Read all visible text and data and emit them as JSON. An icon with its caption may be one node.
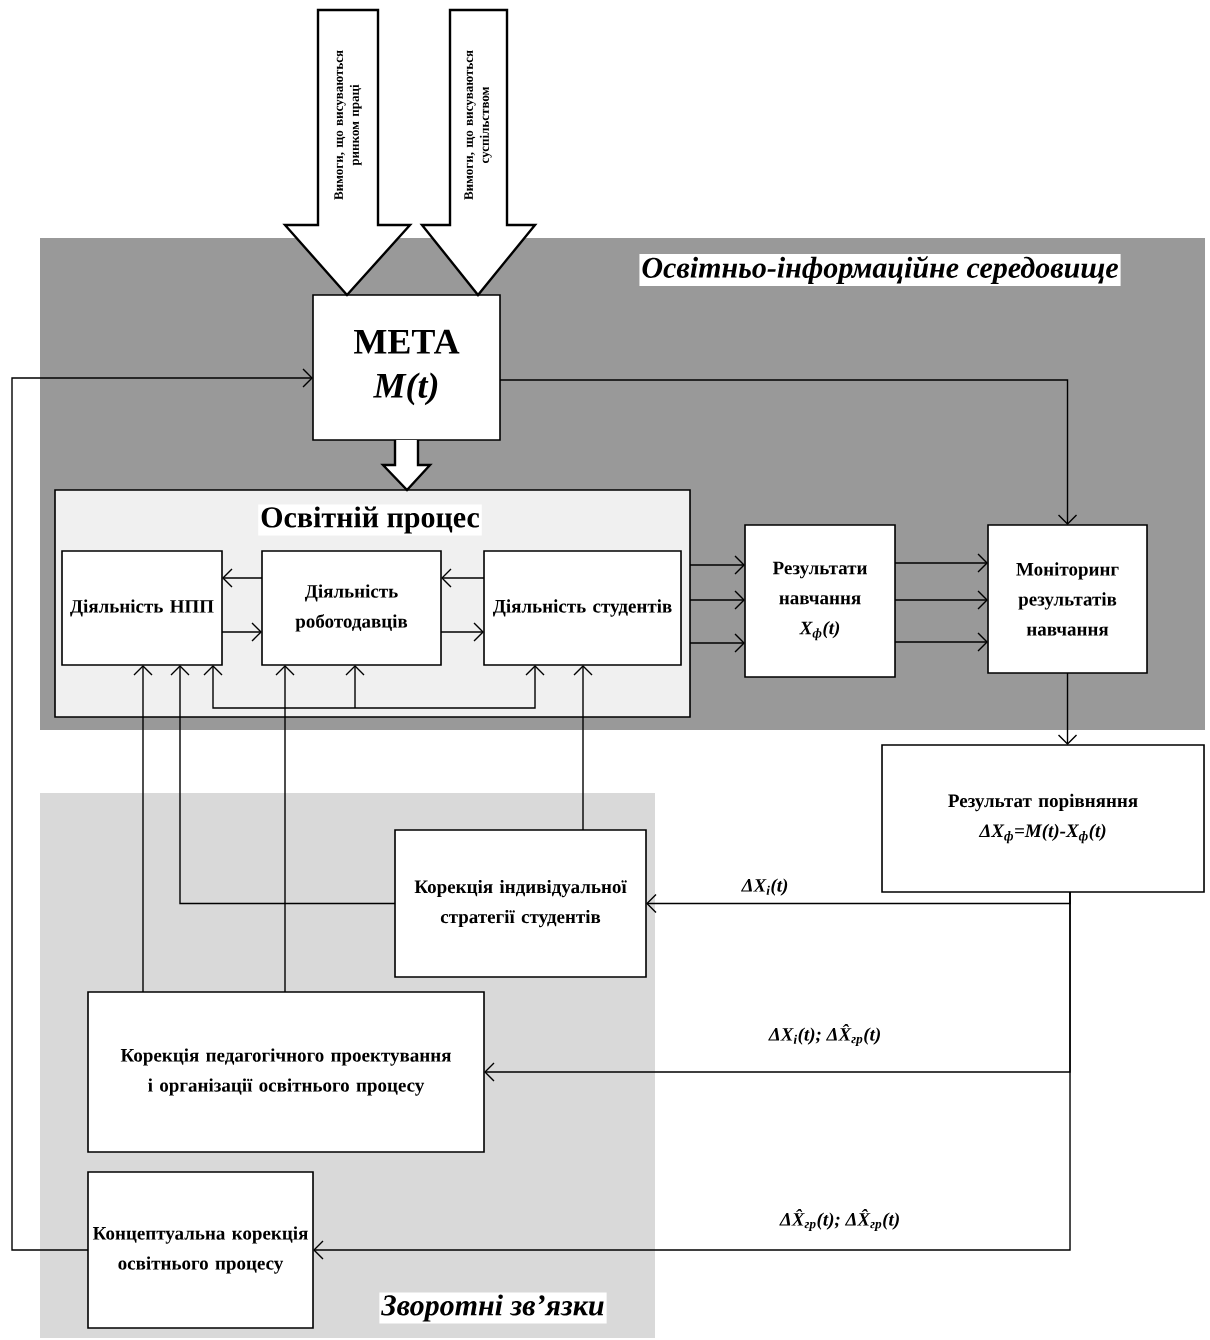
{
  "diagram": {
    "nodes": [
      {
        "text": [
          "Освітньо-інформаційне середовище"
        ]
      },
      {
        "text": [
          "МЕТА",
          "M(t)"
        ],
        "in": 0
      },
      {
        "text": [
          "Освітній процес"
        ],
        "in": 0
      },
      {
        "text": [
          "Діяльність НПП"
        ],
        "in": 2
      },
      {
        "text": [
          "Діяльність роботодавців"
        ],
        "in": 2
      },
      {
        "text": [
          "Діяльність студентів"
        ],
        "in": 2
      },
      {
        "text": [
          "Результати навчання",
          "X$_{ф}$(t)"
        ],
        "in": 0
      },
      {
        "text": [
          "Моніторинг результатів навчання"
        ],
        "in": 0
      },
      {
        "text": [
          "Результат порівняння",
          "ΔX$_{ф}$=M(t)-X$_{ф}$(t)"
        ]
      },
      {
        "text": [
          "Зворотні зв’язки"
        ]
      },
      {
        "text": [
          "Корекція індивідуальної стратегії студентів"
        ],
        "in": 9
      },
      {
        "text": [
          "Корекція педагогічного проектування і організації освітнього процесу"
        ],
        "in": 9
      },
      {
        "text": [
          "Концептуальна корекція освітнього процесу"
        ],
        "in": 9
      }
    ],
    "edges": [
      {
        "from": null,
        "to": 1,
        "arrow": "to",
        "style": "thick",
        "label": "Вимоги, що висуваються ринком праці"
      },
      {
        "from": null,
        "to": 1,
        "arrow": "to",
        "style": "thick",
        "label": "Вимоги, що висуваються суспільством"
      },
      {
        "from": 1,
        "to": 2,
        "arrow": "to",
        "style": "thick"
      },
      {
        "from": 4,
        "to": 3,
        "arrow": "to"
      },
      {
        "from": 3,
        "to": 4,
        "arrow": "to"
      },
      {
        "from": 5,
        "to": 4,
        "arrow": "to"
      },
      {
        "from": 4,
        "to": 5,
        "arrow": "to"
      },
      {
        "from": 2,
        "to": 6,
        "arrow": "to"
      },
      {
        "from": 2,
        "to": 6,
        "arrow": "to"
      },
      {
        "from": 2,
        "to": 6,
        "arrow": "to"
      },
      {
        "from": 6,
        "to": 7,
        "arrow": "to"
      },
      {
        "from": 6,
        "to": 7,
        "arrow": "to"
      },
      {
        "from": 6,
        "to": 7,
        "arrow": "to"
      },
      {
        "from": 1,
        "to": 7,
        "arrow": "to"
      },
      {
        "from": 7,
        "to": 8,
        "arrow": "to"
      },
      {
        "from": 8,
        "to": 10,
        "arrow": "to",
        "label": "ΔX$_{i}$(t)"
      },
      {
        "from": 8,
        "to": 11,
        "arrow": "to",
        "label": "ΔX$_{i}$(t);  ΔX̂$_{гр}$(t)"
      },
      {
        "from": 8,
        "to": 12,
        "arrow": "to",
        "label": "ΔX̂$_{гр}$(t);  ΔX̂$_{гр}$(t)"
      },
      {
        "from": 10,
        "to": 3,
        "arrow": "to"
      },
      {
        "from": 10,
        "to": 5,
        "arrow": "to"
      },
      {
        "from": 11,
        "to": 3,
        "arrow": "to"
      },
      {
        "from": 11,
        "to": 4,
        "arrow": "to"
      },
      {
        "from": null,
        "to": 3,
        "arrow": "to"
      },
      {
        "from": null,
        "to": 4,
        "arrow": "to"
      },
      {
        "from": null,
        "to": 5,
        "arrow": "to"
      },
      {
        "from": 12,
        "to": 1,
        "arrow": "to"
      }
    ]
  }
}
